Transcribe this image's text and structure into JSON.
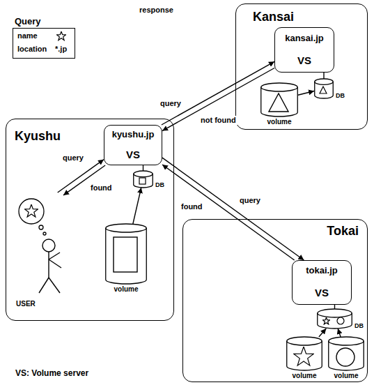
{
  "diagram": {
    "nodes": [
      {
        "text": [
          "Query",
          "name",
          "location",
          "*.jp"
        ]
      },
      {
        "text": [
          "Kansai"
        ]
      },
      {
        "text": [
          "kansai.jp",
          "VS"
        ],
        "in": 1
      },
      {
        "text": [
          "DB"
        ],
        "in": 1
      },
      {
        "text": [
          "volume"
        ],
        "in": 1
      },
      {
        "text": [
          "Kyushu"
        ]
      },
      {
        "text": [
          "kyushu.jp",
          "VS"
        ],
        "in": 5
      },
      {
        "text": [
          "DB"
        ],
        "in": 5
      },
      {
        "text": [
          "USER"
        ],
        "in": 5
      },
      {
        "text": [
          "volume"
        ],
        "in": 5
      },
      {
        "text": [
          "Tokai"
        ]
      },
      {
        "text": [
          "tokai.jp",
          "VS"
        ],
        "in": 10
      },
      {
        "text": [
          "DB"
        ],
        "in": 10
      },
      {
        "text": [
          "volume"
        ],
        "in": 10
      },
      {
        "text": [
          "volume"
        ],
        "in": 10
      }
    ],
    "edges": [
      {
        "from": 8,
        "to": 6,
        "arrow": "to",
        "label": "query"
      },
      {
        "from": 6,
        "to": 8,
        "arrow": "to",
        "label": "found"
      },
      {
        "from": 6,
        "to": 2,
        "arrow": "to",
        "label": "query"
      },
      {
        "from": 2,
        "to": 6,
        "arrow": "to",
        "label": "not found"
      },
      {
        "from": 6,
        "to": 11,
        "arrow": "to",
        "label": "query"
      },
      {
        "from": 11,
        "to": 6,
        "arrow": "to",
        "label": "found"
      },
      {
        "from": 4,
        "to": 3,
        "arrow": "to"
      },
      {
        "from": 9,
        "to": 7,
        "arrow": "to"
      },
      {
        "from": 13,
        "to": 12,
        "arrow": "to"
      },
      {
        "from": 14,
        "to": 12,
        "arrow": "to"
      },
      {
        "from": 2,
        "to": 3,
        "arrow": "none"
      },
      {
        "from": 6,
        "to": 7,
        "arrow": "none"
      },
      {
        "from": 11,
        "to": 12,
        "arrow": "none"
      }
    ],
    "labels": [
      "response",
      "VS: Volume server"
    ]
  }
}
